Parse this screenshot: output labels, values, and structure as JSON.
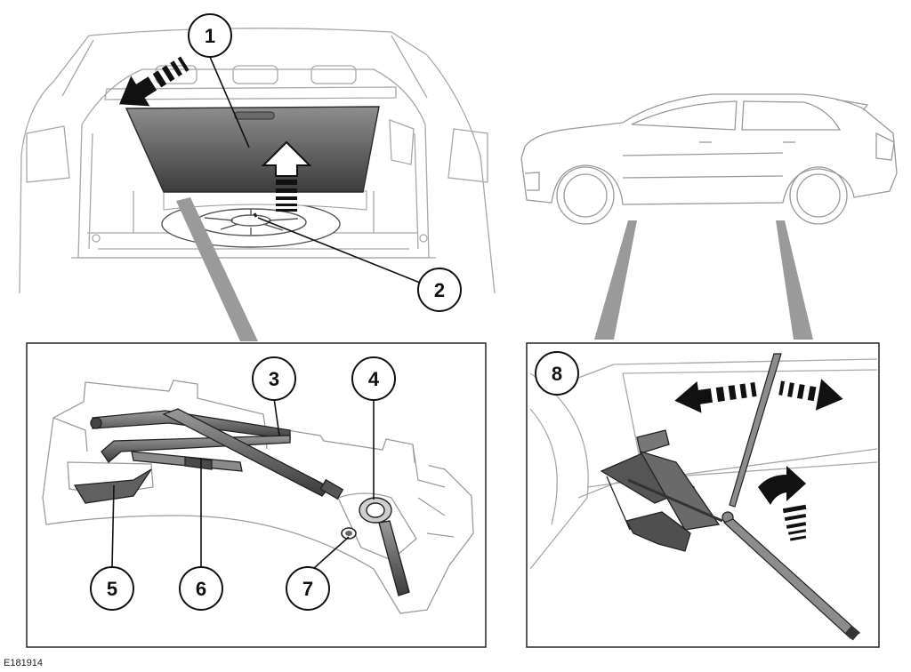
{
  "callouts": [
    {
      "num": "1"
    },
    {
      "num": "2"
    },
    {
      "num": "3"
    },
    {
      "num": "4"
    },
    {
      "num": "5"
    },
    {
      "num": "6"
    },
    {
      "num": "7"
    },
    {
      "num": "8"
    }
  ],
  "reference_code": "E181914",
  "colors": {
    "line": "#9a9a9a",
    "dark": "#222222",
    "panel_top": "#8d8d8d",
    "panel_bottom": "#3f3f3f",
    "foam": "#ffffff",
    "connector": "#9a9a9a"
  }
}
